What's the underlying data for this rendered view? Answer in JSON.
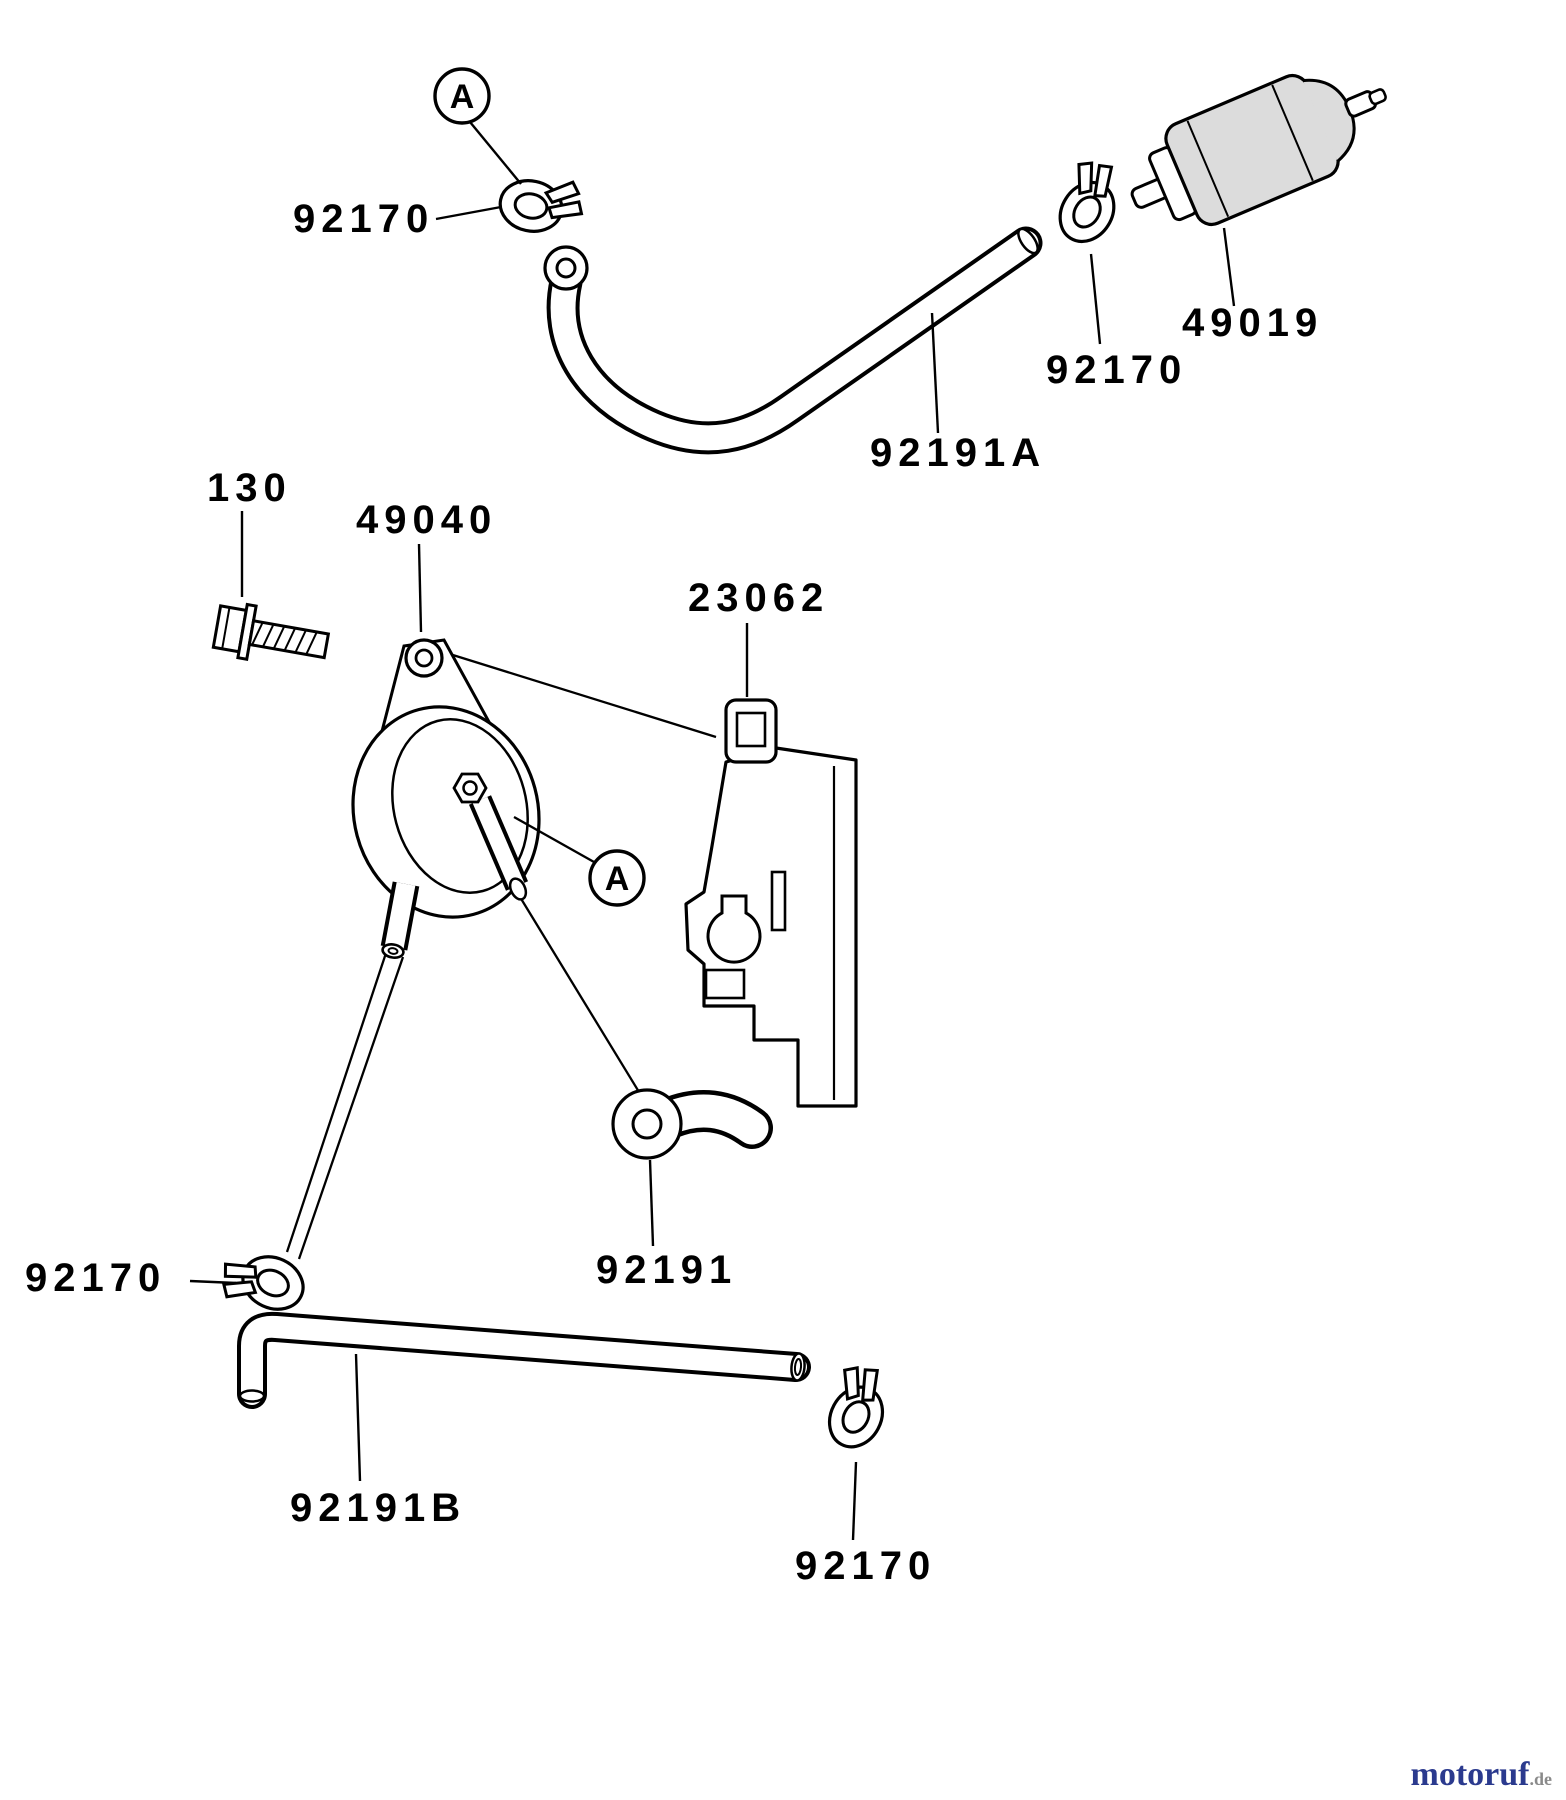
{
  "diagram": {
    "callouts": {
      "a_top": "A",
      "a_mid": "A"
    },
    "part_labels": {
      "clamp_top": "92170",
      "clamp_filter": "92170",
      "fuel_filter": "49019",
      "hose_upper": "92191A",
      "bolt": "130",
      "fuel_valve": "49040",
      "bracket": "23062",
      "fuel_tube": "92191",
      "clamp_lower_left": "92170",
      "hose_lower": "92191B",
      "clamp_lower_right": "92170"
    }
  },
  "watermark": {
    "brand": "motoruf",
    "suffix": ".de"
  }
}
